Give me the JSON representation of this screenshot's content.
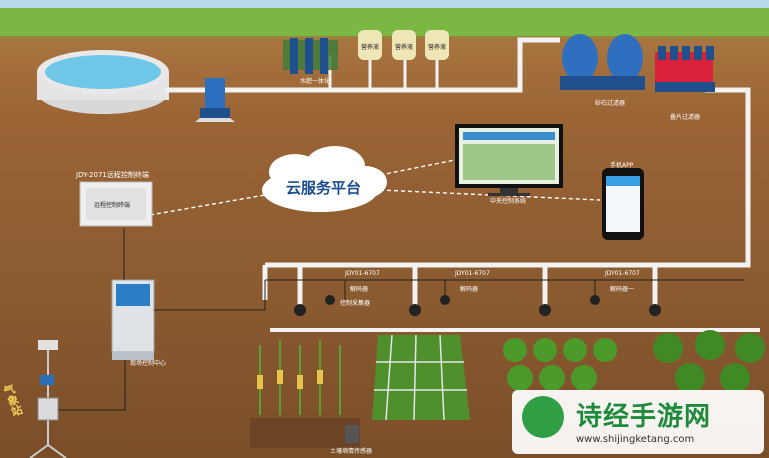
{
  "diagram": {
    "cloud_label": "云服务平台",
    "labels": {
      "nutrient_1": "营养液",
      "nutrient_2": "营养液",
      "nutrient_3": "营养液",
      "fertilizer_machine": "水肥一体化",
      "sand_filter": "砂石过滤器",
      "disc_filter": "叠片过滤器",
      "remote_terminal": "JDY-2071远程控制终端",
      "terminal_panel": "远程控制终端",
      "pc_system": "中央控制系统",
      "mobile_app": "手机APP",
      "field_center": "现场控制中心",
      "valve_1": "JDY01-6707",
      "valve_1b": "解码器",
      "valve_2": "JDY01-6707",
      "valve_2b": "解码器",
      "valve_3": "JDY01-6707",
      "valve_3b": "解码器一",
      "soil_sensor": "控制采集器",
      "soil_sensor_bottom": "土壤墒情传感器",
      "weather_station": "气象站"
    },
    "watermark": {
      "title": "诗经手游网",
      "url": "www.shijingketang.com"
    },
    "colors": {
      "pipe": "#f2f2f2",
      "soil": "#8a5a30",
      "cloud_text": "#1a4c8c",
      "filter_blue": "#2e6fc0",
      "plant_green": "#5aa12e",
      "watermark_green": "#1e8a3c"
    }
  }
}
